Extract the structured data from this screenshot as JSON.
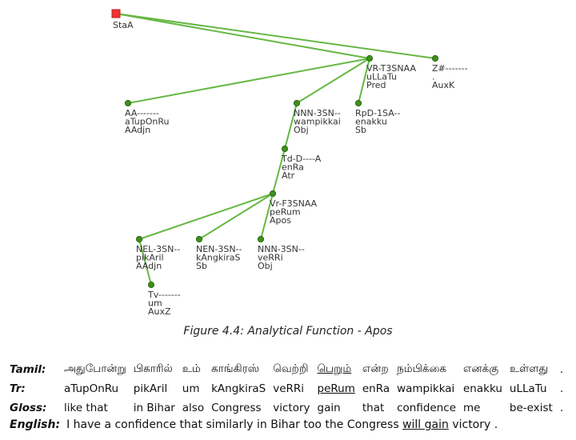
{
  "tree": {
    "root": {
      "label": "StaA"
    },
    "nodes": [
      {
        "id": "vr",
        "lines": [
          "VR-T3SNAA",
          "uLLaTu",
          "Pred"
        ]
      },
      {
        "id": "z",
        "lines": [
          "Z#-------",
          ".",
          "AuxK"
        ]
      },
      {
        "id": "aa",
        "lines": [
          "AA-------",
          "aTupOnRu",
          "AAdjn"
        ]
      },
      {
        "id": "nnn1",
        "lines": [
          "NNN-3SN--",
          "wampikkai",
          "Obj"
        ]
      },
      {
        "id": "rpd",
        "lines": [
          "RpD-1SA--",
          "enakku",
          "Sb"
        ]
      },
      {
        "id": "td",
        "lines": [
          "Td-D----A",
          "enRa",
          "Atr"
        ]
      },
      {
        "id": "vrf",
        "lines": [
          "Vr-F3SNAA",
          "peRum",
          "Apos"
        ]
      },
      {
        "id": "nel",
        "lines": [
          "NEL-3SN--",
          "pikAril",
          "AAdjn"
        ]
      },
      {
        "id": "nen",
        "lines": [
          "NEN-3SN--",
          "kAngkiraS",
          "Sb"
        ]
      },
      {
        "id": "nnn2",
        "lines": [
          "NNN-3SN--",
          "veRRi",
          "Obj"
        ]
      },
      {
        "id": "tv",
        "lines": [
          "Tv-------",
          "um",
          "AuxZ"
        ]
      }
    ],
    "colors": {
      "edge": "#66b844",
      "node": "#3f8f1f",
      "root": "#ee3333"
    }
  },
  "caption": "Figure 4.4: Analytical Function - Apos",
  "gloss": {
    "rows": [
      {
        "label": "Tamil:",
        "words": [
          "அதுபோன்று",
          "பிகாரில்",
          "உம்",
          "காங்கிரஸ்",
          "வெற்றி",
          "பெறும்",
          "என்ற",
          "நம்பிக்கை",
          "எனக்கு",
          "உள்ளது",
          "."
        ],
        "underline": [
          5
        ]
      },
      {
        "label": "Tr:",
        "words": [
          "aTupOnRu",
          "pikAril",
          "um",
          "kAngkiraS",
          "veRRi",
          "peRum",
          "enRa",
          "wampikkai",
          "enakku",
          "uLLaTu",
          "."
        ],
        "underline": [
          5
        ]
      },
      {
        "label": "Gloss:",
        "words": [
          "like that",
          "in Bihar",
          "also",
          "Congress",
          "victory",
          "gain",
          "that",
          "confidence",
          "me",
          "be-exist",
          "."
        ],
        "underline": []
      }
    ],
    "english": {
      "label": "English:",
      "before": "I have a confidence that similarly in Bihar too the Congress ",
      "underlined": "will gain",
      "after": " victory ."
    }
  }
}
